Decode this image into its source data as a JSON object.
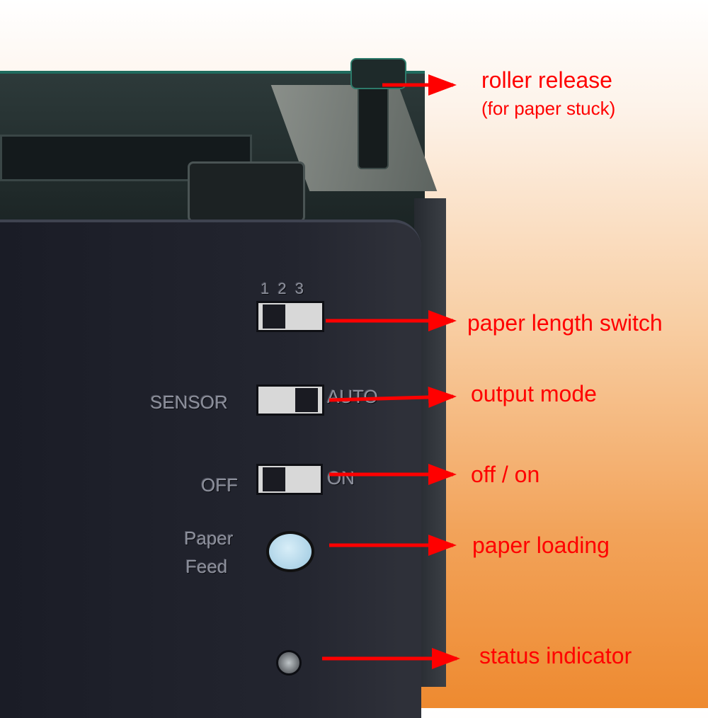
{
  "device_markings": {
    "positions": "1 2 3",
    "sensor": "SENSOR",
    "auto": "AUTO",
    "off": "OFF",
    "on": "ON",
    "paper": "Paper",
    "feed": "Feed"
  },
  "callouts": [
    {
      "label": "roller release",
      "note": "(for paper stuck)"
    },
    {
      "label": "paper length switch"
    },
    {
      "label": "output mode"
    },
    {
      "label": "off / on"
    },
    {
      "label": "paper loading"
    },
    {
      "label": "status indicator"
    }
  ],
  "colors": {
    "callout": "#ff0000",
    "background_bottom": "#ee8a30"
  }
}
